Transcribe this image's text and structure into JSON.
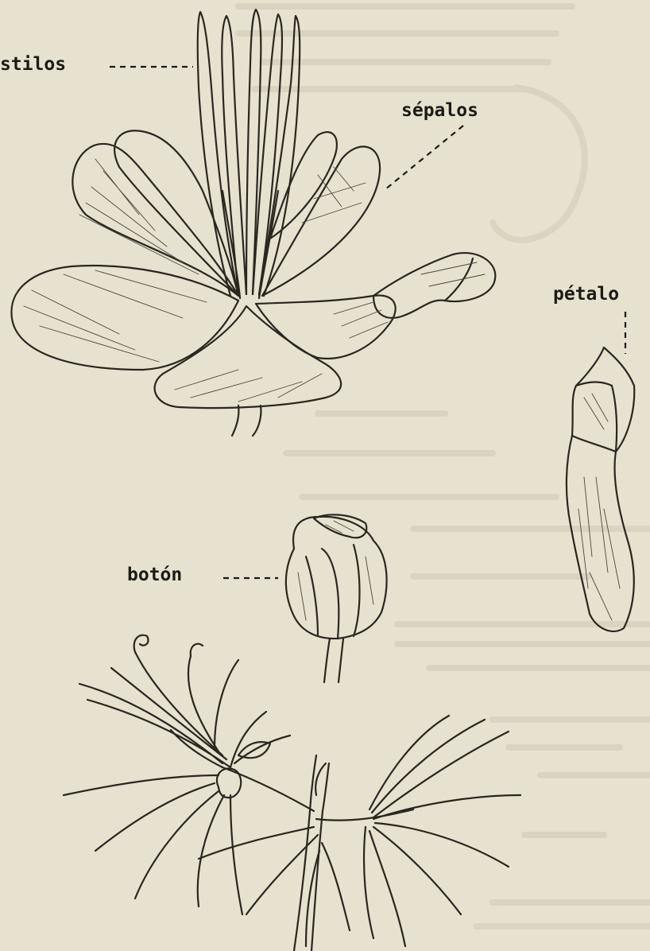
{
  "labels": {
    "estilos": "stilos",
    "sepalos": "sépalos",
    "petalo": "pétalo",
    "boton": "botón"
  },
  "colors": {
    "paper": "#e6e2cf",
    "ink": "#2a2620"
  }
}
